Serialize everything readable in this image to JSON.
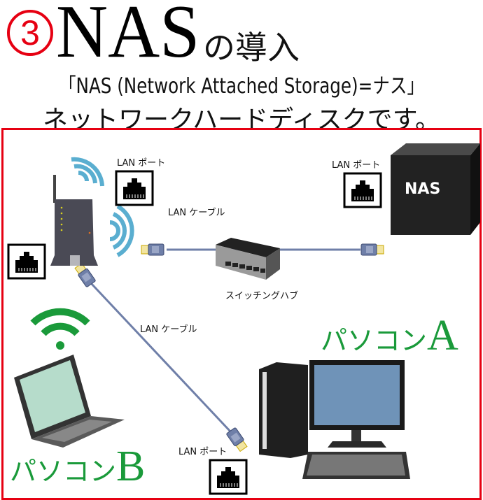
{
  "header": {
    "step_number": "3",
    "title_main": "NAS",
    "title_suffix": "の導入",
    "subtitle_line1": "「NAS (Network Attached Storage)=ナス」",
    "subtitle_line2": "ネットワークハードディスクです。"
  },
  "diagram": {
    "lan_port_label": "LAN ポート",
    "lan_cable_label": "LAN ケーブル",
    "switch_hub_label": "スイッチングハブ",
    "nas_label": "NAS",
    "pc_a": {
      "prefix": "パソコン",
      "letter": "A"
    },
    "pc_b": {
      "prefix": "パソコン",
      "letter": "B"
    }
  },
  "colors": {
    "accent_red": "#e60012",
    "green": "#1a9a3a",
    "wifi_blue": "#5aaed0",
    "cable": "#6f7fa8"
  }
}
